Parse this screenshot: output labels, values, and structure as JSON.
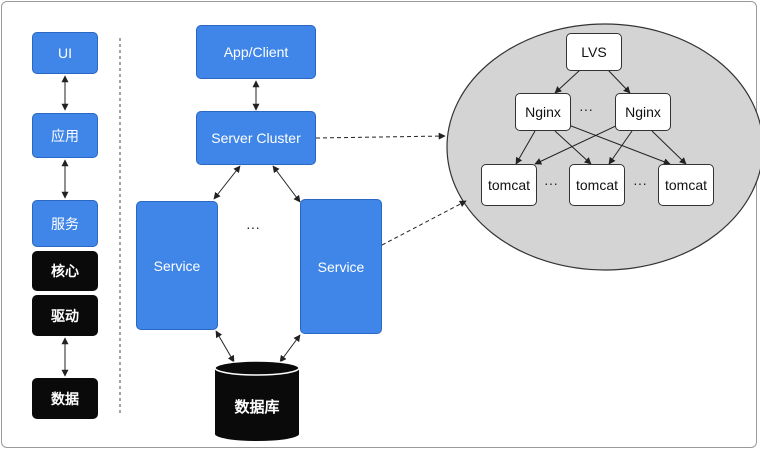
{
  "colors": {
    "blue_box": "#3f86e8",
    "black_box": "#0a0a0a",
    "cluster_circle": "#d4d4d4",
    "outline": "#333333"
  },
  "layers": {
    "ui": "UI",
    "app": "应用",
    "service": "服务",
    "core": "核心",
    "driver": "驱动",
    "data": "数据"
  },
  "architecture": {
    "app_client": "App/Client",
    "server_cluster": "Server Cluster",
    "service_left": "Service",
    "service_right": "Service",
    "ellipsis": "···",
    "database": "数据库"
  },
  "cluster": {
    "lvs": "LVS",
    "nginx_left": "Nginx",
    "nginx_right": "Nginx",
    "tomcat_1": "tomcat",
    "tomcat_2": "tomcat",
    "tomcat_3": "tomcat",
    "ellipsis_nginx": "···",
    "ellipsis_tomcat_1": "···",
    "ellipsis_tomcat_2": "···"
  }
}
